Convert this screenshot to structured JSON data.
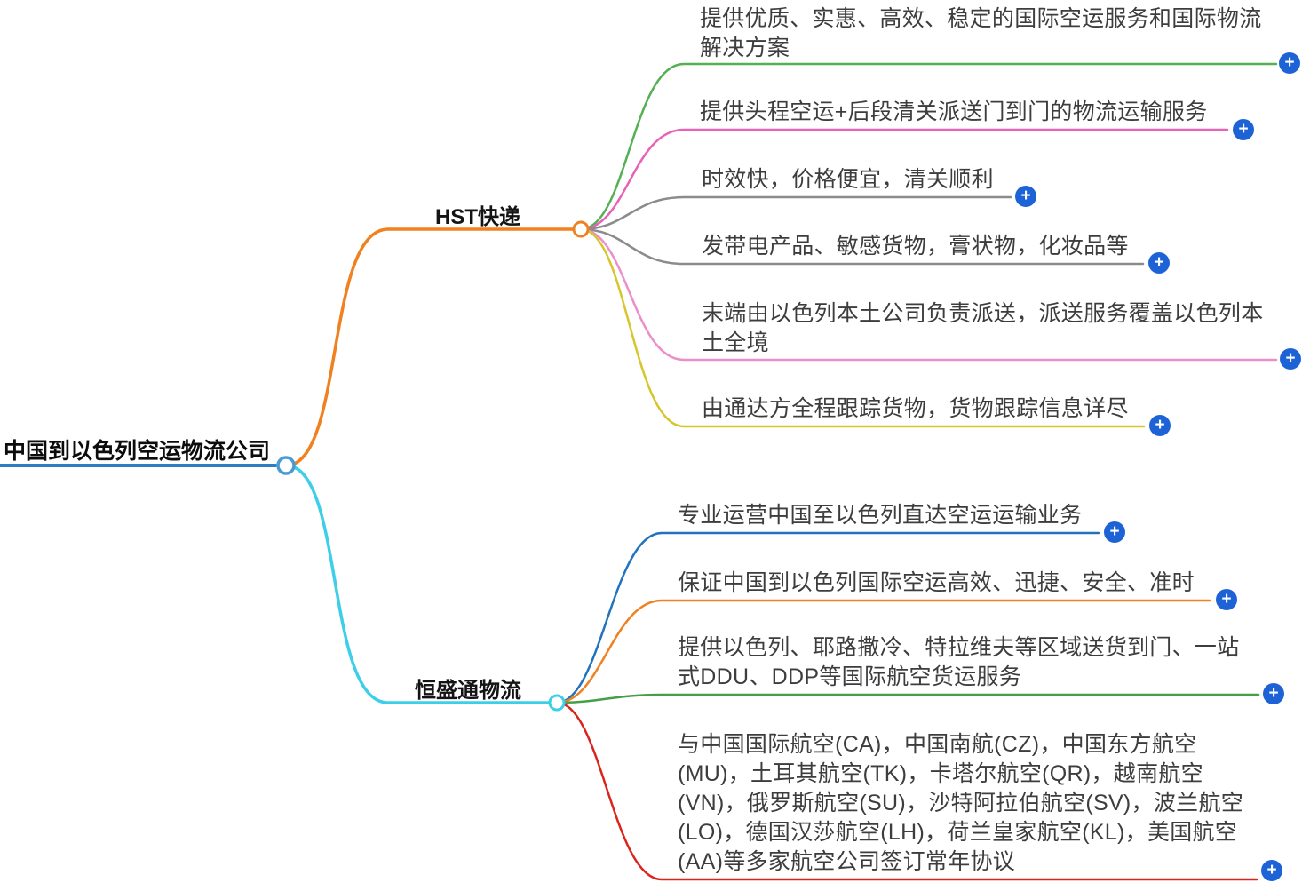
{
  "root": {
    "label": "中国到以色列空运物流公司",
    "color": "#2d7cc4"
  },
  "icons": {
    "plus": "+"
  },
  "plus_color": "#1e63d6",
  "branches": [
    {
      "label": "HST快递",
      "color": "#f08120",
      "children": [
        {
          "label": "提供优质、实惠、高效、稳定的国际空运服务和国际物流解决方案",
          "color": "#55b054"
        },
        {
          "label": "提供头程空运+后段清关派送门到门的物流运输服务",
          "color": "#e863b5"
        },
        {
          "label": "时效快，价格便宜，清关顺利",
          "color": "#8b8b8b"
        },
        {
          "label": "发带电产品、敏感货物，膏状物，化妆品等",
          "color": "#8b8b8b"
        },
        {
          "label": "末端由以色列本土公司负责派送，派送服务覆盖以色列本土全境",
          "color": "#ea8fca"
        },
        {
          "label": "由通达方全程跟踪货物，货物跟踪信息详尽",
          "color": "#d6c62b"
        }
      ]
    },
    {
      "label": "恒盛通物流",
      "color": "#3ecfe8",
      "children": [
        {
          "label": "专业运营中国至以色列直达空运运输业务",
          "color": "#2273bd"
        },
        {
          "label": "保证中国到以色列国际空运高效、迅捷、安全、准时",
          "color": "#f08120"
        },
        {
          "label": "提供以色列、耶路撒冷、特拉维夫等区域送货到门、一站式DDU、DDP等国际航空货运服务",
          "color": "#43a047"
        },
        {
          "label": "与中国国际航空(CA)，中国南航(CZ)，中国东方航空(MU)，土耳其航空(TK)，卡塔尔航空(QR)，越南航空(VN)，俄罗斯航空(SU)，沙特阿拉伯航空(SV)，波兰航空(LO)，德国汉莎航空(LH)，荷兰皇家航空(KL)，美国航空(AA)等多家航空公司签订常年协议",
          "color": "#da251c"
        }
      ]
    }
  ]
}
